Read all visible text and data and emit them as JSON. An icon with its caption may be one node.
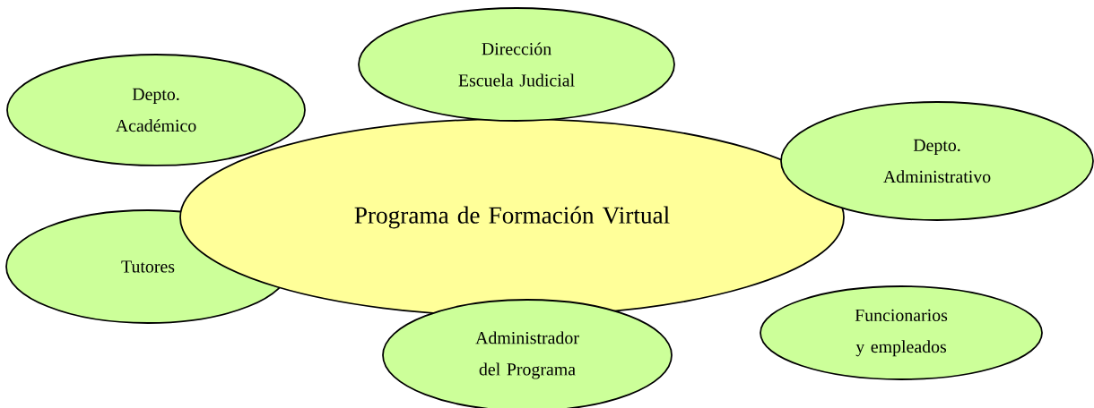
{
  "diagram": {
    "nodes": [
      {
        "text": [
          "Dirección Escuela Judicial"
        ]
      },
      {
        "text": [
          "Depto. Académico"
        ]
      },
      {
        "text": [
          "Depto. Administrativo"
        ]
      },
      {
        "text": [
          "Programa de Formación Virtual"
        ]
      },
      {
        "text": [
          "Tutores"
        ]
      },
      {
        "text": [
          "Funcionarios y empleados"
        ]
      },
      {
        "text": [
          "Administrador del Programa"
        ]
      }
    ]
  }
}
